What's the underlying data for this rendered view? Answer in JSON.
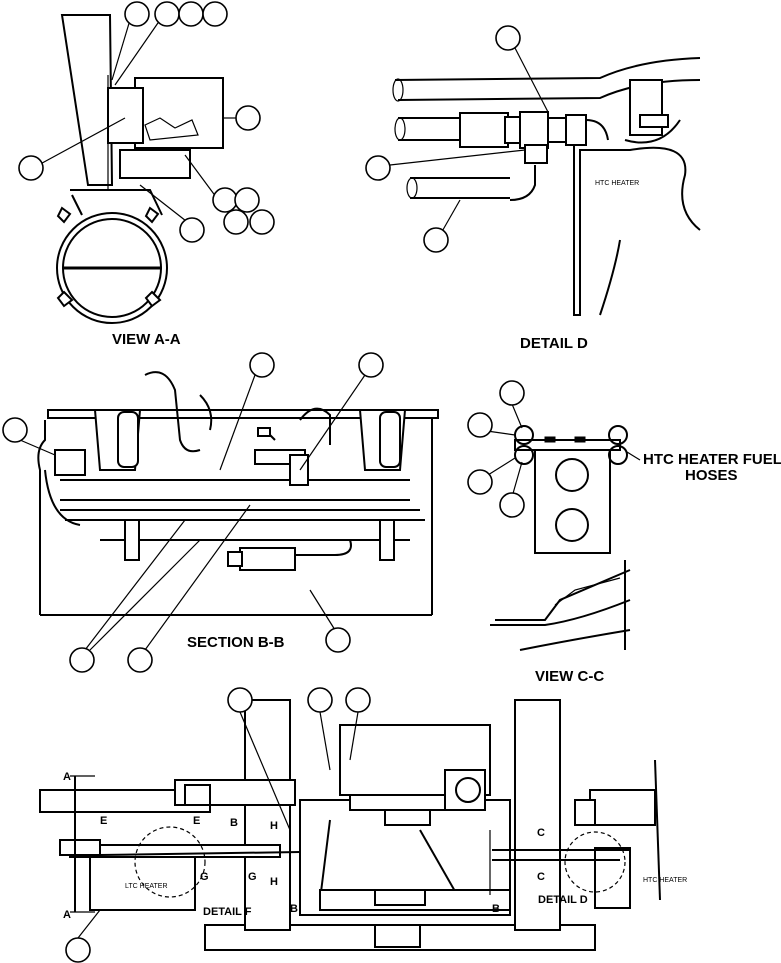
{
  "views": {
    "view_aa": "VIEW A-A",
    "detail_d": "DETAIL D",
    "section_bb": "SECTION B-B",
    "view_cc": "VIEW C-C"
  },
  "callout_text": {
    "htc_hoses_line1": "HTC HEATER FUEL",
    "htc_hoses_line2": "HOSES"
  },
  "component_labels": {
    "htc_heater_detail": "HTC HEATER",
    "ltc_heater": "LTC HEATER",
    "htc_heater_main": "HTC HEATER",
    "detail_f_ref": "DETAIL F",
    "detail_d_ref": "DETAIL D"
  },
  "section_markers": {
    "a": "A",
    "b": "B",
    "c": "C",
    "e": "E",
    "g": "G",
    "h": "H"
  }
}
